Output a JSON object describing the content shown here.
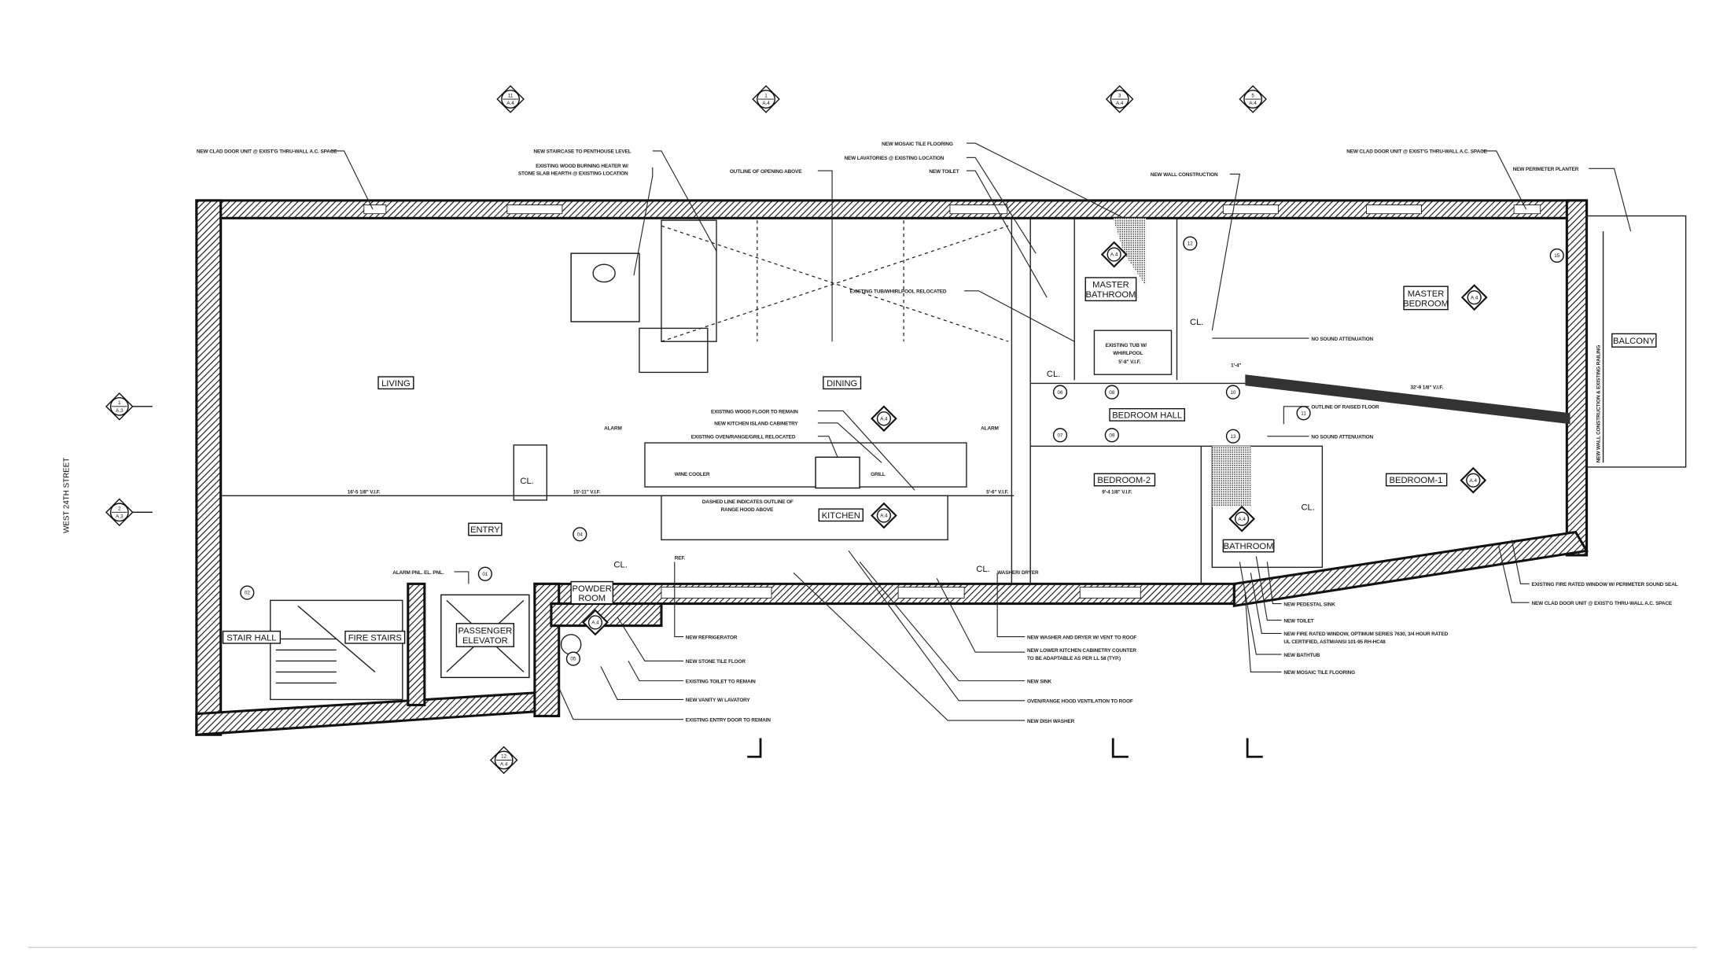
{
  "street": "WEST 24TH STREET",
  "rooms": {
    "living": "LIVING",
    "dining": "DINING",
    "kitchen": "KITCHEN",
    "entry": "ENTRY",
    "powder_room": [
      "POWDER",
      "ROOM"
    ],
    "stair_hall": "STAIR HALL",
    "fire_stairs": "FIRE STAIRS",
    "elevator": [
      "PASSENGER",
      "ELEVATOR"
    ],
    "master_bathroom": [
      "MASTER",
      "BATHROOM"
    ],
    "bedroom_hall": "BEDROOM HALL",
    "bedroom_2": "BEDROOM-2",
    "bedroom_1": "BEDROOM-1",
    "master_bedroom": [
      "MASTER",
      "BEDROOM"
    ],
    "balcony": "BALCONY",
    "bathroom": "BATHROOM",
    "closet": "CL."
  },
  "callouts_top": [
    "NEW CLAD DOOR UNIT @ EXIST'G THRU-WALL A.C. SPACE",
    "NEW STAIRCASE TO PENTHOUSE LEVEL",
    "EXISTING WOOD BURNING HEATER W/",
    "STONE SLAB HEARTH @ EXISTING LOCATION",
    "OUTLINE OF OPENING ABOVE",
    "NEW MOSAIC TILE FLOORING",
    "NEW LAVATORIES @ EXISTING LOCATION",
    "NEW TOILET",
    "NEW WALL CONSTRUCTION",
    "NEW CLAD DOOR UNIT @ EXIST'G THRU-WALL A.C. SPACE",
    "NEW PERIMETER PLANTER"
  ],
  "callouts_mid": {
    "tub": "EXISTING TUB/WHIRLPOOL RELOCATED",
    "no_sound_1": "NO SOUND ATTENUATION",
    "raised_floor": "OUTLINE OF RAISED FLOOR",
    "no_sound_2": "NO SOUND ATTENUATION",
    "wood_floor": "EXISTING WOOD FLOOR TO REMAIN",
    "island": "NEW KITCHEN ISLAND CABINETRY",
    "oven": "EXISTING OVEN/RANGE/GRILL RELOCATED",
    "hood_1": "DASHED LINE INDICATES OUTLINE OF",
    "hood_2": "RANGE HOOD ABOVE",
    "wine": "WINE COOLER",
    "grill": "GRILL",
    "alarm": "ALARM PNL. EL. PNL.",
    "tub_note_1": "EXISTING TUB W/",
    "tub_note_2": "WHIRLPOOL",
    "ref": "REF.",
    "washer": "WASHER/ DRYER",
    "alarm_tag": "ALARM",
    "wall_balcony": "NEW WALL CONSTRUCTION & EXISTING RAILING"
  },
  "callouts_bottom_left": [
    "NEW REFRIGERATOR",
    "NEW STONE TILE FLOOR",
    "EXISTING TOILET TO REMAIN",
    "NEW VANITY W/ LAVATORY",
    "EXISTING ENTRY DOOR TO REMAIN"
  ],
  "callouts_bottom_mid": [
    "NEW WASHER AND DRYER W/ VENT TO ROOF",
    "NEW LOWER KITCHEN CABINETRY COUNTER",
    "TO BE ADAPTABLE AS PER LL 58 (TYP.)",
    "NEW SINK",
    "OVEN/RANGE HOOD VENTILATION TO ROOF",
    "NEW DISH WASHER"
  ],
  "callouts_bottom_right": [
    "NEW PEDESTAL SINK",
    "NEW TOILET",
    "NEW FIRE RATED WINDOW, OPTIMUM SERIES 7630, 3/4 HOUR RATED",
    "UL CERTIFIED, ASTM/ANSI 101-95 RH-HC48",
    "NEW BATHTUB",
    "NEW MOSAIC TILE FLOORING"
  ],
  "callouts_right": [
    "EXISTING FIRE RATED WINDOW W/ PERIMETER SOUND SEAL",
    "NEW CLAD DOOR UNIT @ EXIST'G THRU-WALL A.C. SPACE"
  ],
  "dimensions": [
    "16'-5 1/8\" V.I.F.",
    "15'-11\" V.I.F.",
    "9'-4 1/8\" V.I.F.",
    "32'-9 1/8\" V.I.F.",
    "5'-6\" V.I.F.",
    "5'-8\" V.I.F.",
    "1'-4\""
  ],
  "section_markers": [
    {
      "num": "11",
      "sheet": "A.4"
    },
    {
      "num": "1",
      "sheet": "A.4"
    },
    {
      "num": "3",
      "sheet": "A.4"
    },
    {
      "num": "5",
      "sheet": "A.4"
    },
    {
      "num": "1",
      "sheet": "A.3"
    },
    {
      "num": "2",
      "sheet": "A.3"
    },
    {
      "num": "12",
      "sheet": "A.4"
    }
  ],
  "elevation_tag": "A.4",
  "door_tags": [
    "02",
    "01",
    "04",
    "05",
    "06",
    "07",
    "08",
    "09",
    "10",
    "11",
    "12",
    "13",
    "15"
  ]
}
